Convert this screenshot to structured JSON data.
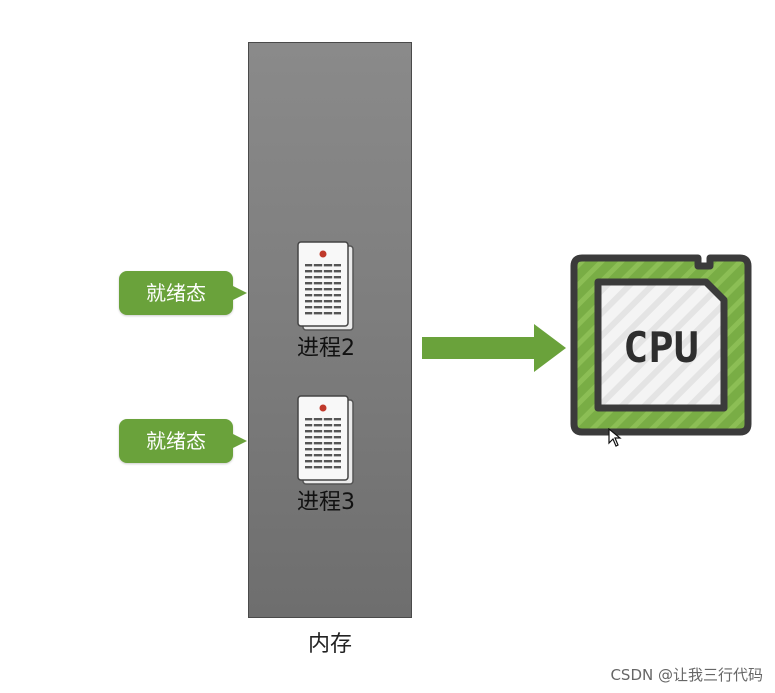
{
  "memory": {
    "label": "内存"
  },
  "processes": [
    {
      "label": "进程2",
      "state": "就绪态"
    },
    {
      "label": "进程3",
      "state": "就绪态"
    }
  ],
  "cpu": {
    "label": "CPU"
  },
  "watermark": "CSDN @让我三行代码",
  "colors": {
    "accent_green": "#6aa23b",
    "memory_gray": "#7d7d7d",
    "cpu_frame": "#3b3b3b"
  },
  "icons": [
    "document-icon",
    "right-arrow-icon",
    "cpu-chip-icon",
    "mouse-cursor-icon"
  ]
}
